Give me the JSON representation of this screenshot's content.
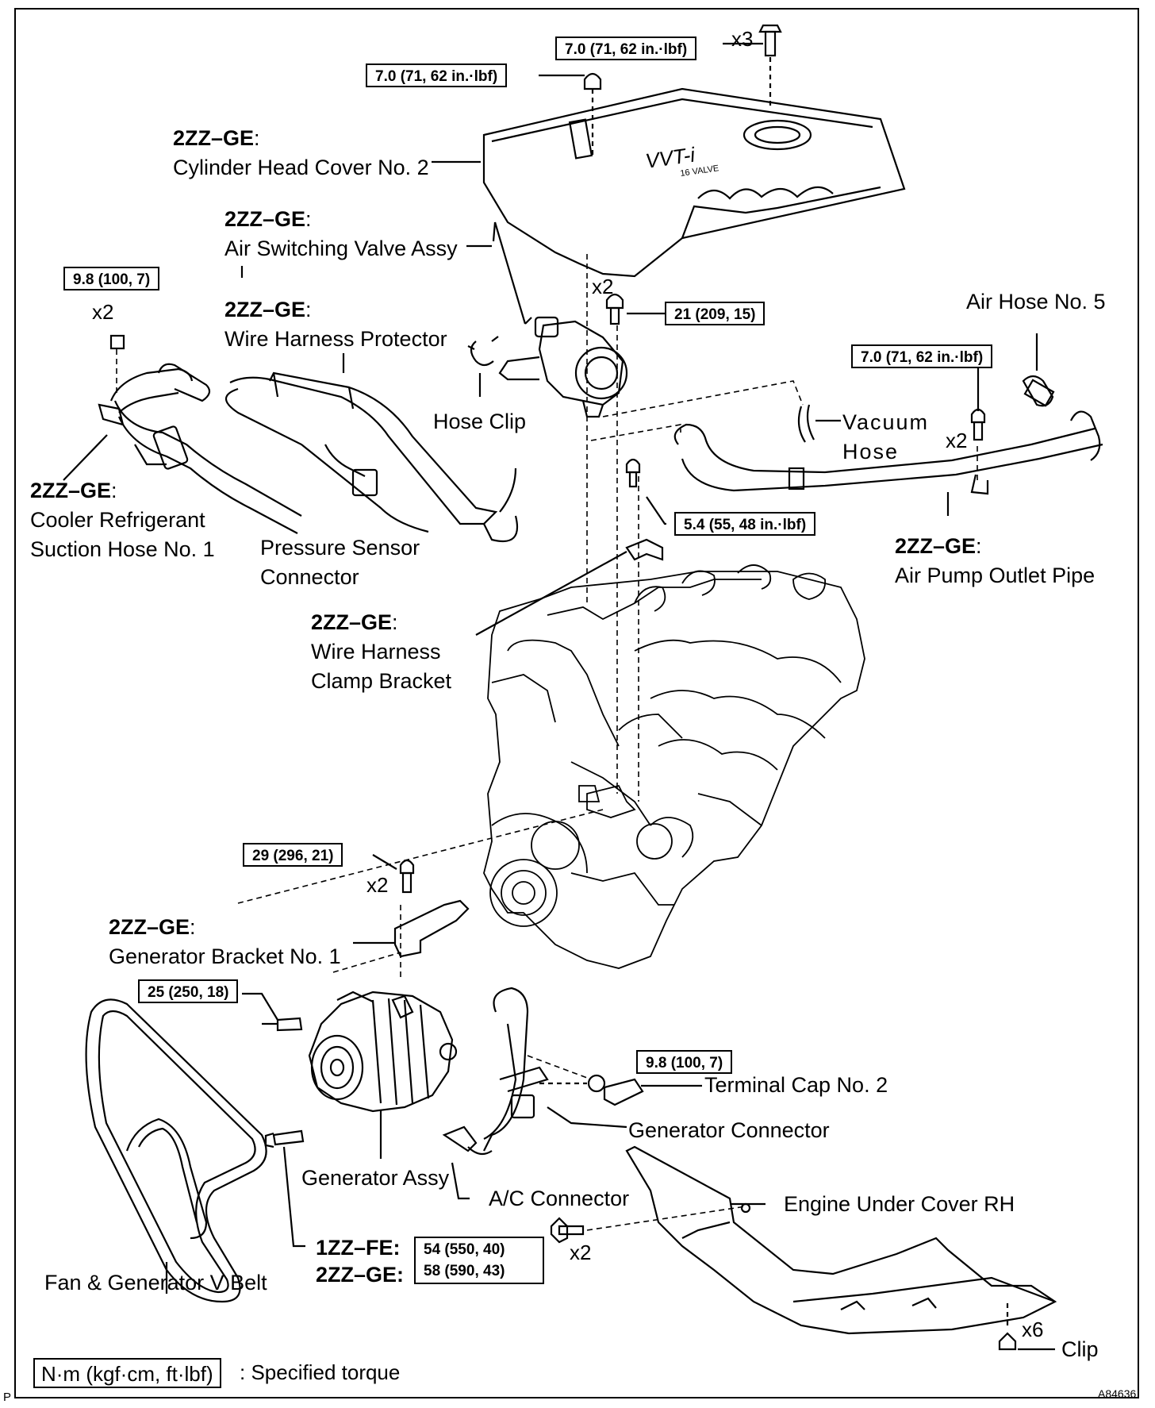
{
  "labels": {
    "cyl_head_cover": {
      "engine": "2ZZ–GE",
      "name": "Cylinder Head Cover No. 2"
    },
    "air_switching_valve": {
      "engine": "2ZZ–GE",
      "name": "Air Switching Valve Assy"
    },
    "wire_harness_protector": {
      "engine": "2ZZ–GE",
      "name": "Wire Harness Protector"
    },
    "hose_clip": "Hose Clip",
    "air_hose_5": "Air Hose No. 5",
    "vacuum_hose": {
      "line1": "Vacuum",
      "line2": "Hose"
    },
    "cooler_hose": {
      "engine": "2ZZ–GE",
      "line1": "Cooler Refrigerant",
      "line2": "Suction Hose No. 1"
    },
    "pressure_sensor": {
      "line1": "Pressure Sensor",
      "line2": "Connector"
    },
    "air_pump_pipe": {
      "engine": "2ZZ–GE",
      "name": "Air Pump Outlet Pipe"
    },
    "clamp_bracket": {
      "engine": "2ZZ–GE",
      "line1": "Wire Harness",
      "line2": "Clamp Bracket"
    },
    "gen_bracket": {
      "engine": "2ZZ–GE",
      "name": "Generator Bracket No. 1"
    },
    "terminal_cap": "Terminal Cap No. 2",
    "gen_connector": "Generator Connector",
    "gen_assy": "Generator Assy",
    "ac_connector": "A/C Connector",
    "under_cover": "Engine Under Cover RH",
    "v_belt": "Fan & Generator V Belt",
    "engine_1zz": "1ZZ–FE:",
    "engine_2zz": "2ZZ–GE:",
    "clip": "Clip"
  },
  "torques": {
    "t1": "7.0 (71, 62 in.·lbf)",
    "t2": "7.0 (71, 62 in.·lbf)",
    "t3": "9.8 (100, 7)",
    "t4": "21 (209, 15)",
    "t5": "7.0 (71, 62 in.·lbf)",
    "t6": "5.4 (55, 48 in.·lbf)",
    "t7": "29 (296, 21)",
    "t8": "25 (250, 18)",
    "t9": "9.8 (100, 7)",
    "t10a": "54 (550, 40)",
    "t10b": "58 (590, 43)"
  },
  "quantities": {
    "q_top": "x3",
    "q_cooler": "x2",
    "q_asv": "x2",
    "q_pipe": "x2",
    "q_bracket": "x2",
    "q_cover": "x2",
    "q_clip": "x6"
  },
  "legend": {
    "unit_box": "N·m (kgf·cm, ft·lbf)",
    "text": ": Specified torque"
  },
  "footer": {
    "left": "P",
    "code": "A84636"
  }
}
